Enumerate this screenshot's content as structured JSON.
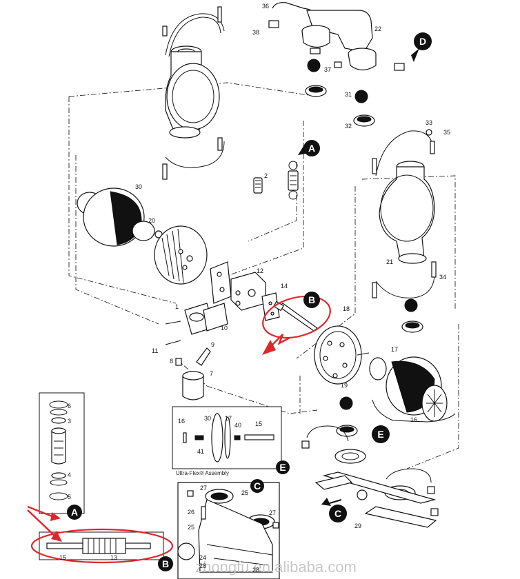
{
  "callouts": {
    "A": "A",
    "B": "B",
    "C": "C",
    "D": "D",
    "E": "E"
  },
  "part_numbers": {
    "p1": "1",
    "p2": "2",
    "p3": "3",
    "p4": "4",
    "p5": "5",
    "p6": "6",
    "p7": "7",
    "p8": "8",
    "p9": "9",
    "p10": "10",
    "p11": "11",
    "p12": "12",
    "p13": "13",
    "p14": "14",
    "p15": "15",
    "p16": "16",
    "p17": "17",
    "p18": "18",
    "p19": "19",
    "p20": "20",
    "p21": "21",
    "p22": "22",
    "p24": "24",
    "p25": "25",
    "p26": "26",
    "p27": "27",
    "p28": "28",
    "p29": "29",
    "p30": "30",
    "p31": "31",
    "p32": "32",
    "p33": "33",
    "p34": "34",
    "p35": "35",
    "p36": "36",
    "p37": "37",
    "p38": "38",
    "p40": "40",
    "p41": "41"
  },
  "ultraflex": {
    "caption": "Ultra-Flex® Assembly"
  },
  "watermark": "zhongfu.en.alibaba.com",
  "colors": {
    "highlight": "#e0262b",
    "badge": "#111111",
    "line": "#111111"
  }
}
